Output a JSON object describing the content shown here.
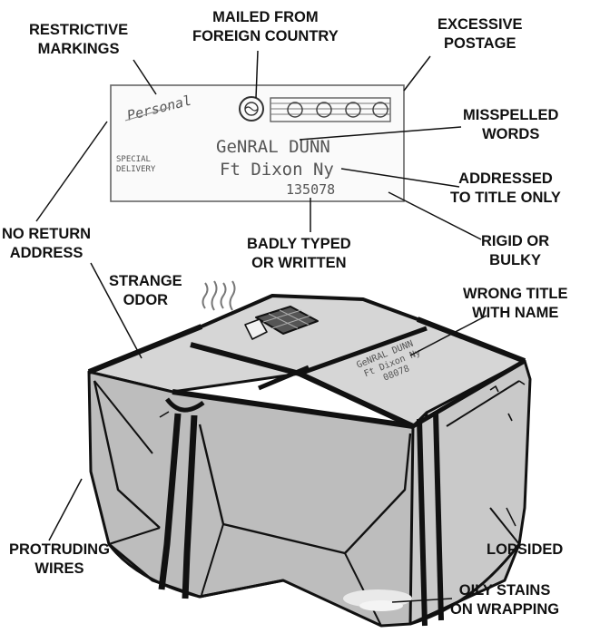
{
  "labels": {
    "restrictive_markings": [
      "RESTRICTIVE",
      "MARKINGS"
    ],
    "mailed_from_foreign": [
      "MAILED FROM",
      "FOREIGN COUNTRY"
    ],
    "excessive_postage": [
      "EXCESSIVE",
      "POSTAGE"
    ],
    "misspelled_words": [
      "MISSPELLED",
      "WORDS"
    ],
    "addressed_to_title": [
      "ADDRESSED",
      "TO TITLE ONLY"
    ],
    "no_return_address": [
      "NO RETURN",
      "ADDRESS"
    ],
    "badly_typed": [
      "BADLY TYPED",
      "OR WRITTEN"
    ],
    "rigid_or_bulky": [
      "RIGID OR",
      "BULKY"
    ],
    "strange_odor": [
      "STRANGE",
      "ODOR"
    ],
    "wrong_title": [
      "WRONG TITLE",
      "WITH NAME"
    ],
    "protruding_wires": [
      "PROTRUDING",
      "WIRES"
    ],
    "lopsided": [
      "LOPSIDED"
    ],
    "oily_stains": [
      "OILY STAINS",
      "ON WRAPPING"
    ]
  },
  "envelope": {
    "restrictive_stamp": "Personal",
    "special_delivery": [
      "SPECIAL",
      "DELIVERY"
    ],
    "address_lines": [
      "GeNRAL DUNN",
      "Ft Dixon Ny",
      "135078"
    ]
  },
  "package": {
    "label_lines": [
      "GeNRAL DUNN",
      "Ft Dixon Ny",
      "08078"
    ]
  },
  "colors": {
    "ink": "#111111",
    "box_top": "#d6d6d6",
    "box_front": "#bdbdbd",
    "box_side": "#c9c9c9"
  }
}
